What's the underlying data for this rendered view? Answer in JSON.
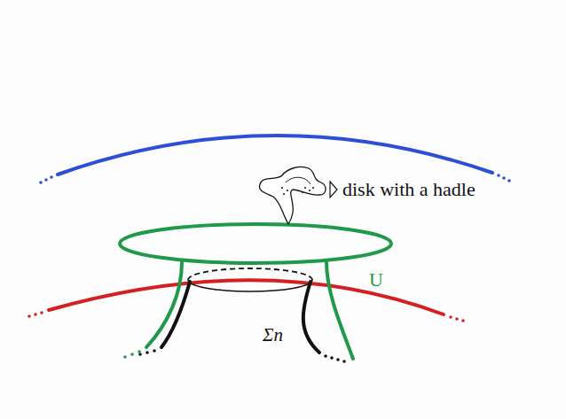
{
  "diagram": {
    "labels": [
      "disk with a hadle",
      "U",
      "Σn"
    ]
  }
}
